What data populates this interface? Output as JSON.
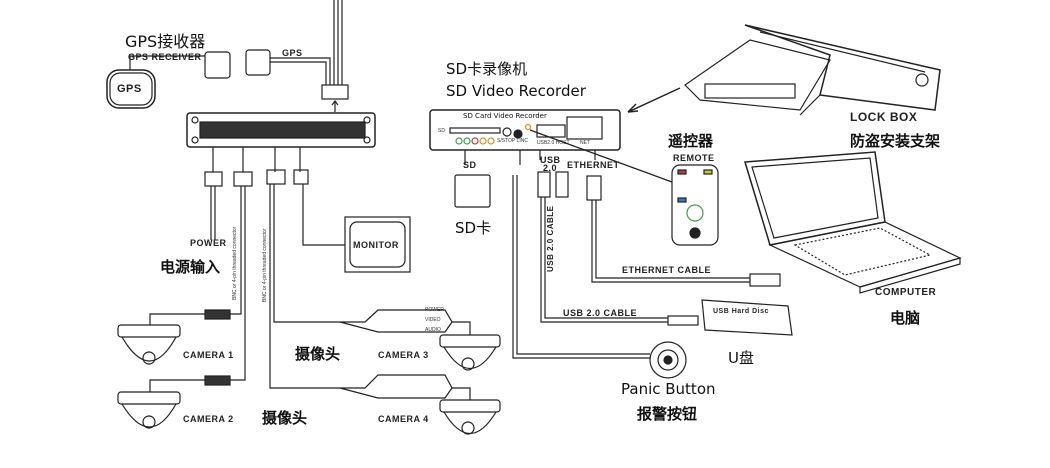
{
  "labels": {
    "gps_receiver_cn": "GPS接收器",
    "gps_receiver": "GPS RECEIVER",
    "gps_device": "GPS",
    "gps_cable": "GPS",
    "recorder_cn": "SD卡录像机",
    "recorder_en": "SD Video Recorder",
    "recorder_panel_title": "SD Card Video Recorder",
    "panel_sd": "SD",
    "panel_stop": "S/STOP LINC",
    "panel_usb": "USB2.0 HOST",
    "panel_net": "NET",
    "sd": "SD",
    "sd_card_cn": "SD卡",
    "usb": "USB",
    "usb_ver": "2.0",
    "ethernet": "ETHERNET",
    "remote_cn": "遥控器",
    "remote": "REMOTE",
    "lock_box": "LOCK BOX",
    "lock_box_cn": "防盗安装支架",
    "power": "POWER",
    "power_cn": "电源输入",
    "bnc_1": "BNC or 4-pin threaded connector",
    "bnc_2": "BNC or 4-pin threaded connector",
    "monitor": "MONITOR",
    "camera_1": "CAMERA 1",
    "camera_2": "CAMERA 2",
    "camera_3": "CAMERA 3",
    "camera_4": "CAMERA 4",
    "camera_cn_1": "摄像头",
    "camera_cn_2": "摄像头",
    "split_power": "POWER",
    "split_video": "VIDEO",
    "split_audio": "AUDIO",
    "usb_cable_vertical": "USB 2.0 CABLE",
    "ethernet_cable": "ETHERNET CABLE",
    "usb_cable": "USB 2.0 CABLE",
    "usb_hard_disc": "USB Hard Disc",
    "u_disk_cn": "U盘",
    "computer": "COMPUTER",
    "computer_cn": "电脑",
    "panic_button": "Panic Button",
    "panic_button_cn": "报警按钮"
  },
  "colors": {
    "line": "#222222",
    "accent_green": "#4a9a4a",
    "accent_red": "#b04040",
    "accent_orange": "#d09030",
    "accent_yellow": "#c8c830",
    "accent_blue": "#3a78c8"
  }
}
